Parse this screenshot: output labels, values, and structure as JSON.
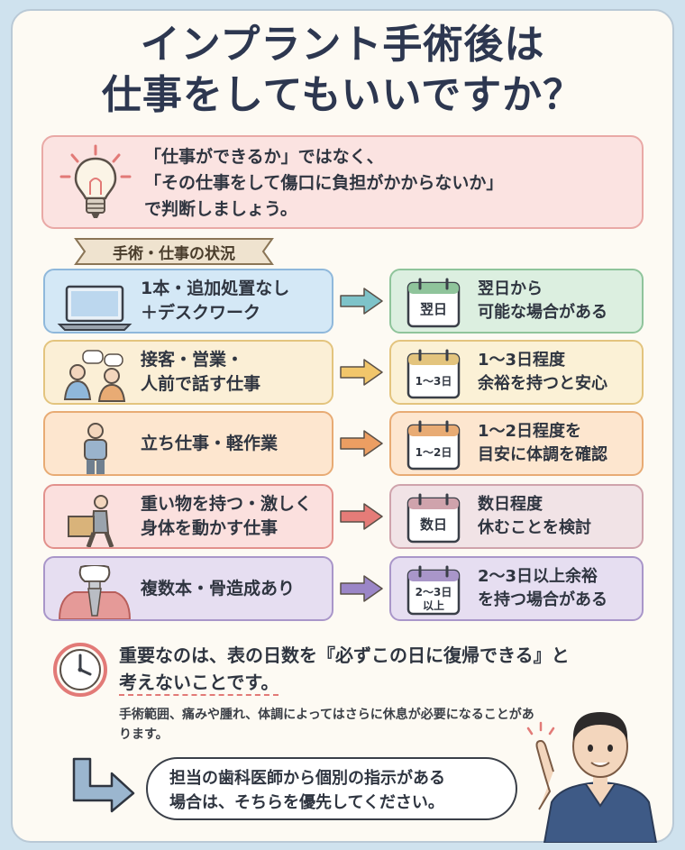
{
  "title": {
    "line1": "インプラント手術後は",
    "line2": "仕事をしてもいいですか？"
  },
  "intro": {
    "line1": "「仕事ができるか」ではなく、",
    "line2": "「その仕事をして傷口に負担がかからないか」",
    "line3": "で判断しましょう。"
  },
  "section_label": "手術・仕事の状況",
  "rows": [
    {
      "left_line1": "1本・追加処置なし",
      "left_line2": "＋デスクワーク",
      "cal_label": "翌日",
      "right_line1": "翌日から",
      "right_line2": "可能な場合がある",
      "icon": "laptop-icon"
    },
    {
      "left_line1": "接客・営業・",
      "left_line2": "人前で話す仕事",
      "cal_label": "1〜3日",
      "right_line1": "1〜3日程度",
      "right_line2": "余裕を持つと安心",
      "icon": "people-talking-icon"
    },
    {
      "left_line1": "立ち仕事・軽作業",
      "left_line2": "",
      "cal_label": "1〜2日",
      "right_line1": "1〜2日程度を",
      "right_line2": "目安に体調を確認",
      "icon": "standing-person-icon"
    },
    {
      "left_line1": "重い物を持つ・激しく",
      "left_line2": "身体を動かす仕事",
      "cal_label": "数日",
      "right_line1": "数日程度",
      "right_line2": "休むことを検討",
      "icon": "carrying-box-icon"
    },
    {
      "left_line1": "複数本・骨造成あり",
      "left_line2": "",
      "cal_label": "2〜3日",
      "cal_label2": "以上",
      "right_line1": "2〜3日以上余裕",
      "right_line2": "を持つ場合がある",
      "icon": "implant-icon"
    }
  ],
  "note": {
    "main_line1": "重要なのは、表の日数を『必ずこの日に復帰できる』と",
    "main_line2": "考えないことです。",
    "sub": "手術範囲、痛みや腫れ、体調によってはさらに休息が必要になることがあります。"
  },
  "bubble": {
    "line1": "担当の歯科医師から個別の指示がある",
    "line2": "場合は、そちらを優先してください。"
  },
  "colors": {
    "row_left_bg": [
      "#d4e8f6",
      "#fbefd6",
      "#fde6cf",
      "#fbe0de",
      "#e6def1"
    ],
    "row_left_border": [
      "#8fb8db",
      "#e3c47e",
      "#e8ab74",
      "#e2918c",
      "#a996c9"
    ],
    "row_right_bg": [
      "#dcefe0",
      "#fbf1d6",
      "#fde6cf",
      "#f1e3e6",
      "#e6def1"
    ],
    "row_right_border": [
      "#8fc49b",
      "#e3c47e",
      "#e8ab74",
      "#cfa3ac",
      "#a996c9"
    ],
    "arrow": [
      "#7ec3c9",
      "#f1c66b",
      "#ec9e62",
      "#e57c78",
      "#9b86c7"
    ]
  }
}
